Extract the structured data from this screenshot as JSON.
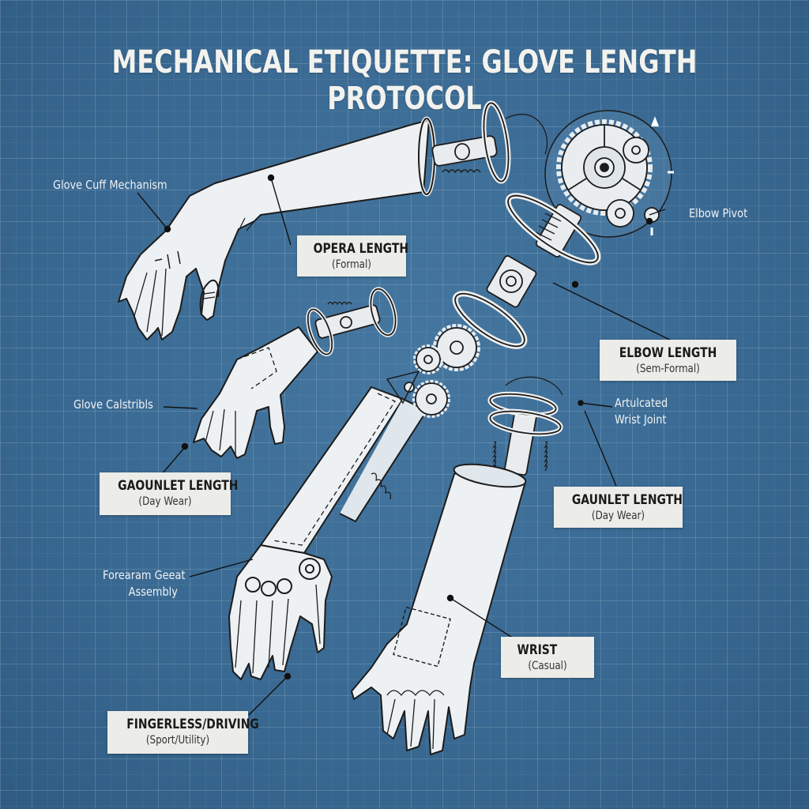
{
  "title": "MECHANICAL ETIQUETTE: GLOVE LENGTH PROTOCOL",
  "colors": {
    "background": "#3b6d96",
    "grid": "#5a87ad",
    "glove_fill": "#eef1f3",
    "outline": "#1c1c1c",
    "label_box": "#ecece8",
    "callout_text": "#f0f2f4"
  },
  "labels": [
    {
      "id": "opera",
      "main": "OPERA LENGTH",
      "sub": "(Formal)"
    },
    {
      "id": "elbow",
      "main": "ELBOW LENGTH",
      "sub": "(Sem-Formal)"
    },
    {
      "id": "gaounlet",
      "main": "GAOUNLET LENGTH",
      "sub": "(Day Wear)"
    },
    {
      "id": "gaunlet",
      "main": "GAUNLET LENGTH",
      "sub": "(Day Wear)"
    },
    {
      "id": "wrist",
      "main": "WRIST",
      "sub": "(Casual)"
    },
    {
      "id": "fingerless",
      "main": "FINGERLESS/DRIVING",
      "sub": "(Sport/Utility)"
    }
  ],
  "callouts": [
    {
      "id": "glove-cuff-mechanism",
      "text": "Glove Cuff Mechanism"
    },
    {
      "id": "elbow-pivot",
      "text": "Elbow Pivot"
    },
    {
      "id": "glove-calstribls",
      "text": "Glove Calstribls"
    },
    {
      "id": "articulated-wrist-joint",
      "line1": "Artulcated",
      "line2": "Wrist Joint"
    },
    {
      "id": "forearm-gear-assembly",
      "line1": "Forearam Geeat",
      "line2": "Assembly"
    }
  ],
  "icons": [
    "gear-icon",
    "hinge-ring-icon",
    "spring-icon",
    "arrow-icon",
    "leader-dot-icon"
  ]
}
